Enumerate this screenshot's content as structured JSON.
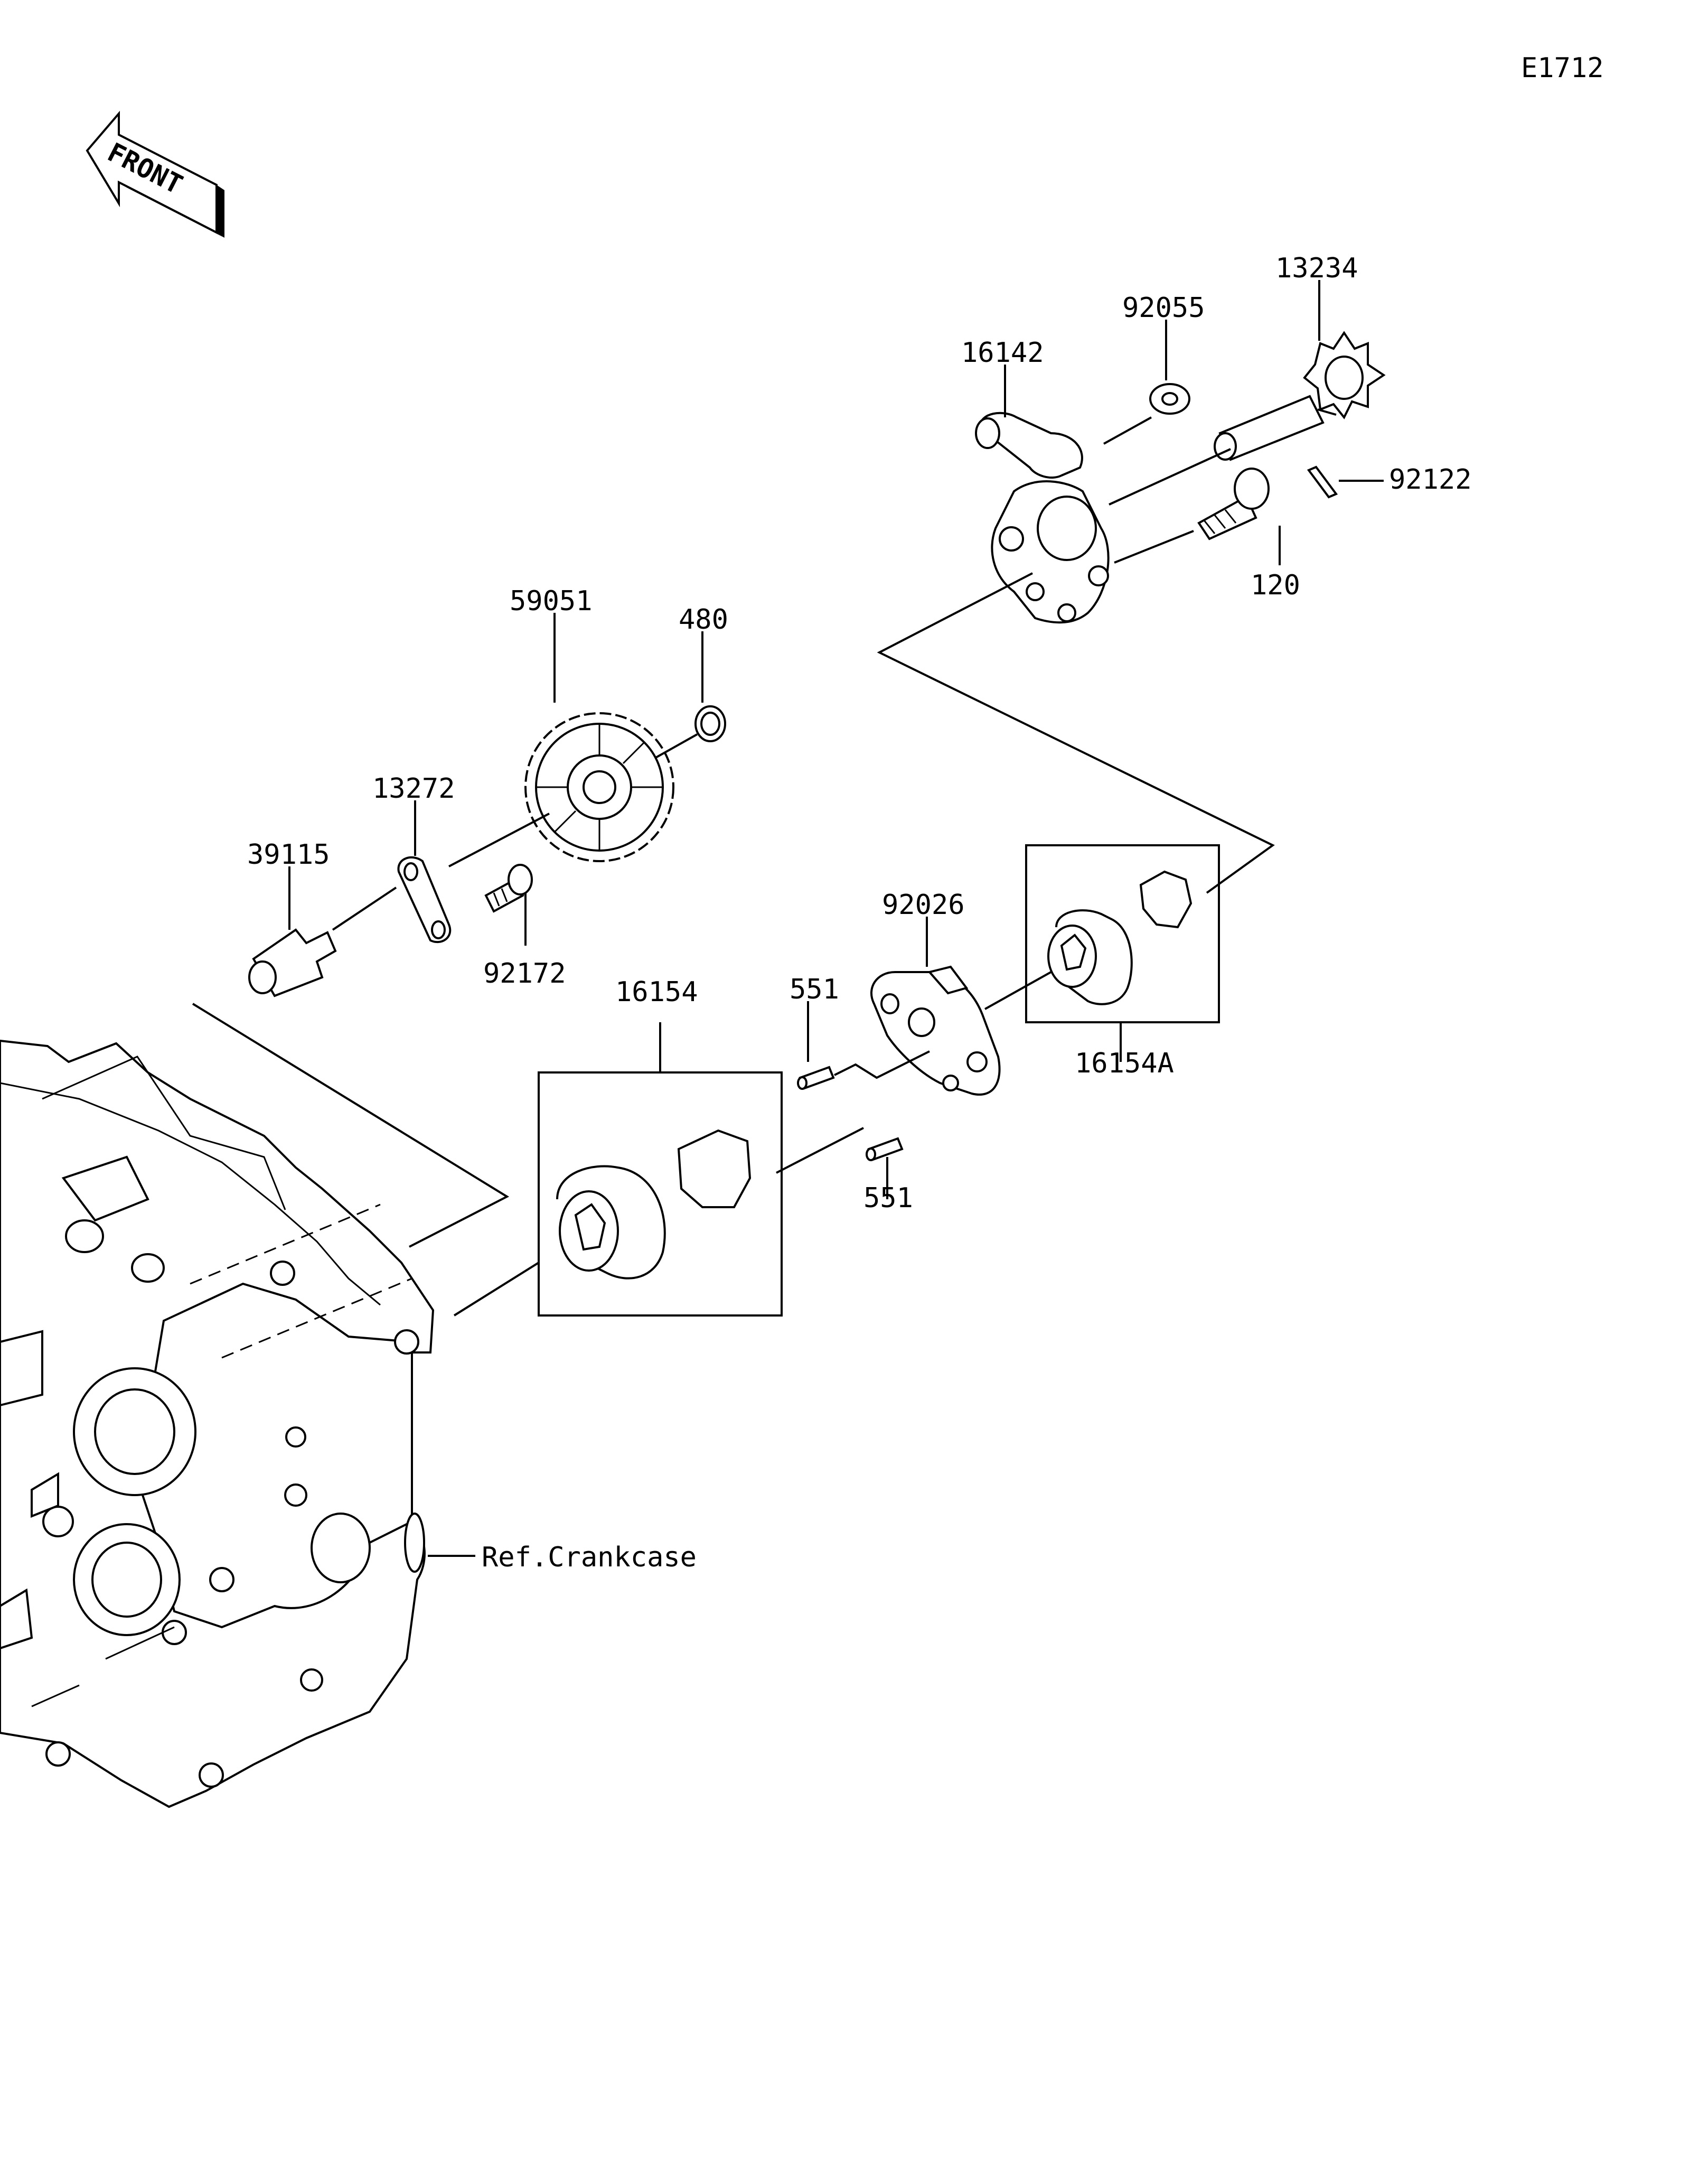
{
  "diagram_code": "E1712",
  "front_label": "FRONT",
  "parts": {
    "p13234": "13234",
    "p92055": "92055",
    "p16142": "16142",
    "p92122": "92122",
    "p120": "120",
    "p59051": "59051",
    "p480": "480",
    "p13272": "13272",
    "p39115": "39115",
    "p92172": "92172",
    "p92026": "92026",
    "p16154": "16154",
    "p551a": "551",
    "p551b": "551",
    "p16154A": "16154A"
  },
  "reference": "Ref.Crankcase"
}
